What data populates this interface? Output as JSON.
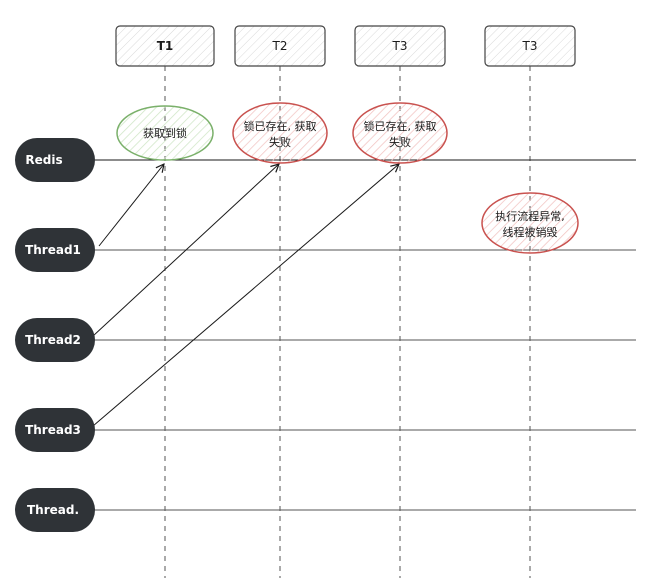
{
  "colors": {
    "thread_fill": "#2f3337",
    "green_stroke": "#7ab06a",
    "red_stroke": "#c9524f",
    "line": "#1a1a1a",
    "box_stroke": "#444444"
  },
  "time_columns": [
    {
      "id": "t1",
      "label": "T1",
      "bold": true
    },
    {
      "id": "t2",
      "label": "T2",
      "bold": false
    },
    {
      "id": "t3",
      "label": "T3",
      "bold": false
    },
    {
      "id": "t4",
      "label": "T3",
      "bold": false
    }
  ],
  "lanes": [
    {
      "id": "redis",
      "label": "Redis"
    },
    {
      "id": "thread1",
      "label": "Thread1"
    },
    {
      "id": "thread2",
      "label": "Thread2"
    },
    {
      "id": "thread3",
      "label": "Thread3"
    },
    {
      "id": "thread4",
      "label": "Thread."
    }
  ],
  "notes": [
    {
      "id": "acquired",
      "lines": [
        "获取到锁"
      ],
      "status": "success"
    },
    {
      "id": "exists-1",
      "lines": [
        "锁已存在, 获取",
        "失败"
      ],
      "status": "error"
    },
    {
      "id": "exists-2",
      "lines": [
        "锁已存在, 获取",
        "失败"
      ],
      "status": "error"
    },
    {
      "id": "crash",
      "lines": [
        "执行流程异常,",
        "线程被销毁"
      ],
      "status": "error"
    }
  ],
  "messages": [
    {
      "from": "thread1",
      "to": "t1"
    },
    {
      "from": "thread2",
      "to": "t2"
    },
    {
      "from": "thread3",
      "to": "t3"
    }
  ]
}
